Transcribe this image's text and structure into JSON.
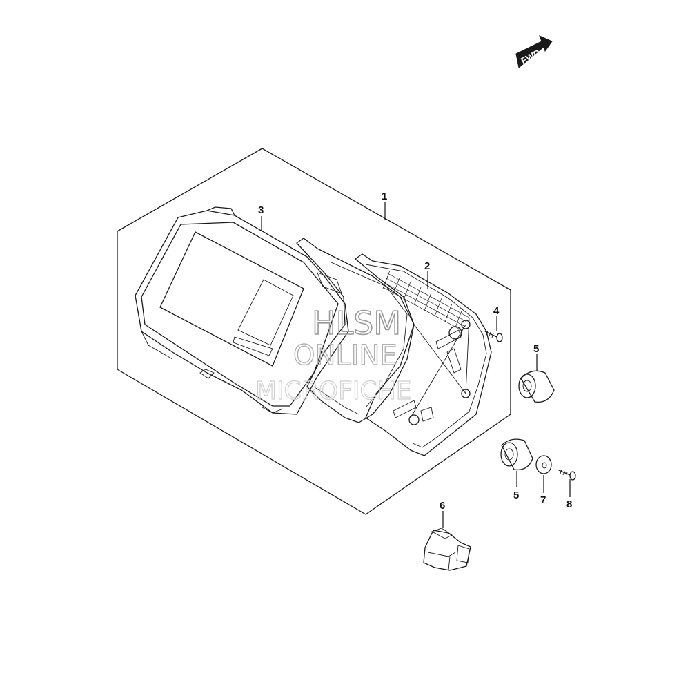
{
  "fwd_badge": {
    "label": "FWD"
  },
  "watermark": {
    "line1": "HLSM",
    "line2": "ONLINE",
    "line3": "MICROFICHE"
  },
  "callouts": [
    {
      "id": "1",
      "label": "1"
    },
    {
      "id": "2",
      "label": "2"
    },
    {
      "id": "3",
      "label": "3"
    },
    {
      "id": "4",
      "label": "4"
    },
    {
      "id": "5a",
      "label": "5"
    },
    {
      "id": "5b",
      "label": "5"
    },
    {
      "id": "6",
      "label": "6"
    },
    {
      "id": "7",
      "label": "7"
    },
    {
      "id": "8",
      "label": "8"
    }
  ]
}
